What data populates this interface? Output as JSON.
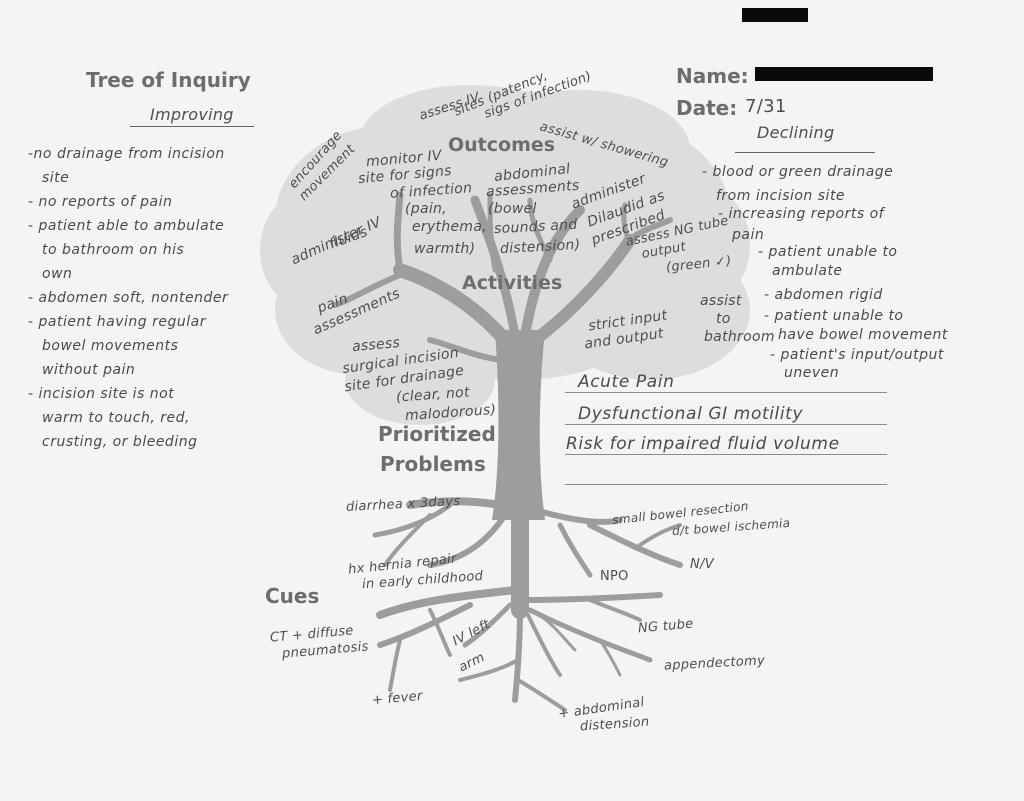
{
  "header": {
    "title": "Tree of Inquiry",
    "name_label": "Name:",
    "name_value": "[redacted]",
    "date_label": "Date:",
    "date_value": "7/31"
  },
  "improving": {
    "heading": "Improving",
    "items": [
      [
        "-no drainage from incision",
        "site"
      ],
      [
        "- no reports of pain"
      ],
      [
        "- patient able to ambulate",
        "to bathroom on his",
        "own"
      ],
      [
        "- abdomen soft, nontender"
      ],
      [
        "- patient having regular",
        "bowel movements",
        "without pain"
      ],
      [
        "- incision site is not",
        "warm to touch, red,",
        "crusting, or bleeding"
      ]
    ]
  },
  "declining": {
    "heading": "Declining",
    "items": [
      [
        "- blood or green drainage",
        "from incision site"
      ],
      [
        "- increasing reports of",
        "pain"
      ],
      [
        "- patient unable to",
        "ambulate"
      ],
      [
        "- abdomen rigid"
      ],
      [
        "- patient unable to",
        "have bowel movement"
      ],
      [
        "- patient's input/output",
        "uneven"
      ]
    ]
  },
  "tree_labels": {
    "outcomes": "Outcomes",
    "activities": "Activities",
    "prioritized_1": "Prioritized",
    "prioritized_2": "Problems",
    "cues": "Cues"
  },
  "activities": {
    "assess_iv_1": "assess IV",
    "assess_iv_2": "sites (patency,",
    "assess_iv_3": "sigs of infection)",
    "assist_shower": "assist w/ showering",
    "encourage_1": "encourage",
    "encourage_2": "movement",
    "monitor_1": "monitor IV",
    "monitor_2": "site for signs",
    "monitor_3": "of infection",
    "monitor_4": "(pain,",
    "monitor_5": "erythema,",
    "monitor_6": "warmth)",
    "abd_1": "abdominal",
    "abd_2": "assessments",
    "abd_3": "(bowel",
    "abd_4": "sounds and",
    "abd_5": "distension)",
    "dilaudid_1": "administer",
    "dilaudid_2": "Dilaudid as",
    "dilaudid_3": "prescribed",
    "fluids_1": "administer IV",
    "fluids_2": "fluids",
    "ng_1": "assess NG tube",
    "ng_2": "output",
    "ng_3": "(green ✓)",
    "pain_1": "pain",
    "pain_2": "assessments",
    "incision_1": "assess",
    "incision_2": "surgical incision",
    "incision_3": "site for drainage",
    "incision_4": "(clear, not",
    "incision_5": "malodorous)",
    "strict_1": "strict input",
    "strict_2": "and output",
    "bath_1": "assist",
    "bath_2": "to",
    "bath_3": "bathroom"
  },
  "problems": [
    "Acute Pain",
    "Dysfunctional GI motility",
    "Risk for impaired fluid volume",
    ""
  ],
  "cues": {
    "diarrhea": "diarrhea x 3days",
    "hernia_1": "hx hernia repair",
    "hernia_2": "in early childhood",
    "resection": "small bowel resection",
    "ischemia": "d/t bowel ischemia",
    "nv": "N/V",
    "npo": "NPO",
    "ct_1": "CT + diffuse",
    "ct_2": "pneumatosis",
    "iv_1": "IV left",
    "iv_2": "arm",
    "fever": "+ fever",
    "ng": "NG tube",
    "appendectomy": "appendectomy",
    "abd_1": "+ abdominal",
    "abd_2": "distension"
  },
  "colors": {
    "paper": "#f4f4f4",
    "canopy": "#dcdcdc",
    "trunk": "#9b9b9b",
    "printed_text": "#6d6d6d",
    "ink": "#4e4e4e",
    "redaction": "#0a0a0a"
  }
}
